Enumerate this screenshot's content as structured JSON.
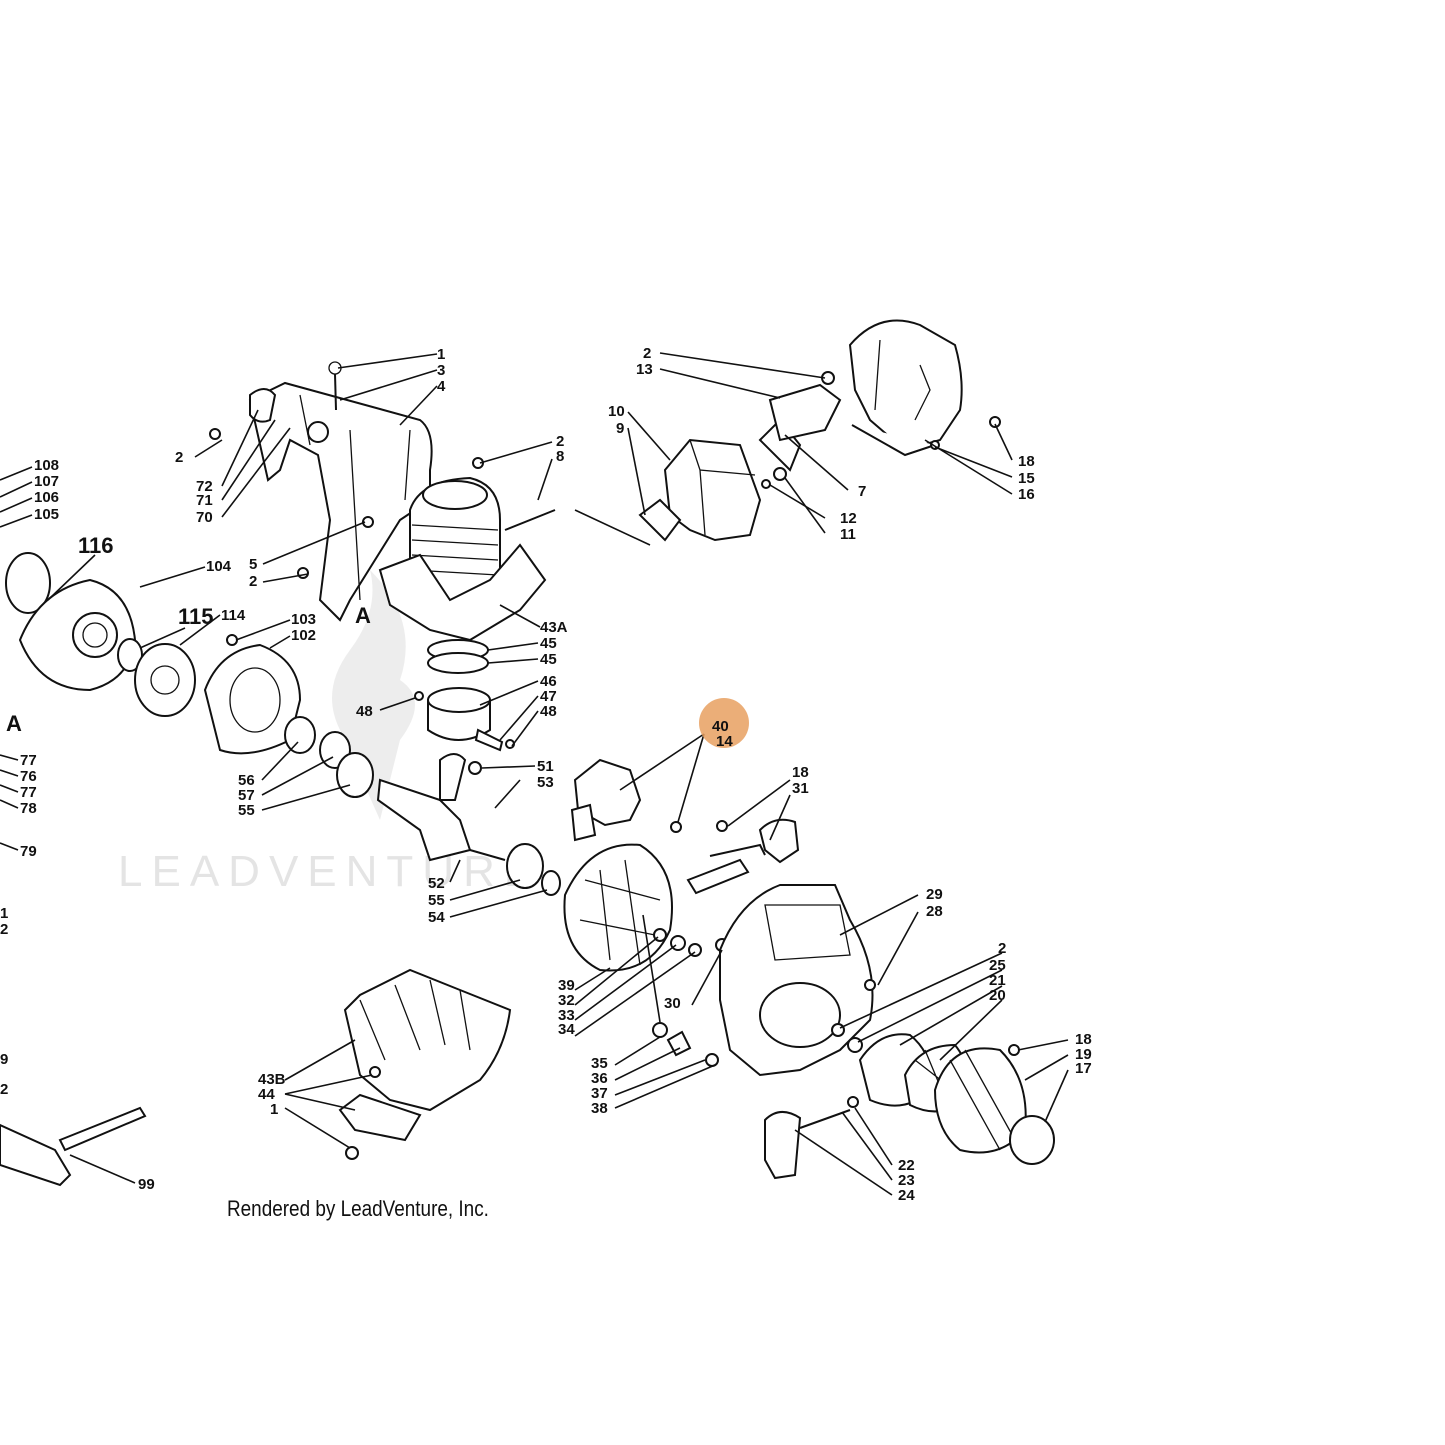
{
  "credit_text": "Rendered by LeadVenture, Inc.",
  "watermark_text": "LEADVENTURE",
  "highlight": {
    "label": "40",
    "color": "#e8a060"
  },
  "callouts": {
    "top_housing": [
      "1",
      "3",
      "4",
      "2",
      "72",
      "71",
      "70",
      "2",
      "8",
      "5",
      "2"
    ],
    "muffler": [
      "2",
      "13",
      "10",
      "9",
      "7",
      "12",
      "11",
      "18",
      "15",
      "16"
    ],
    "left_clutch": [
      "108",
      "107",
      "106",
      "105",
      "116",
      "104",
      "115",
      "114",
      "103",
      "102",
      "A",
      "77",
      "76",
      "77",
      "78",
      "79"
    ],
    "cylinder": [
      "A",
      "43A",
      "45",
      "45",
      "46",
      "47",
      "48",
      "48"
    ],
    "crank": [
      "56",
      "57",
      "55",
      "51",
      "53",
      "52",
      "55",
      "54"
    ],
    "ignition": [
      "40",
      "14",
      "18",
      "31",
      "29",
      "28",
      "39",
      "32",
      "33",
      "34",
      "30"
    ],
    "starter": [
      "2",
      "25",
      "21",
      "20",
      "18",
      "19",
      "17",
      "35",
      "36",
      "37",
      "38",
      "22",
      "23",
      "24"
    ],
    "crankcase": [
      "43B",
      "44",
      "1"
    ],
    "edge": [
      "99",
      "1",
      "2",
      "9",
      "2"
    ]
  }
}
